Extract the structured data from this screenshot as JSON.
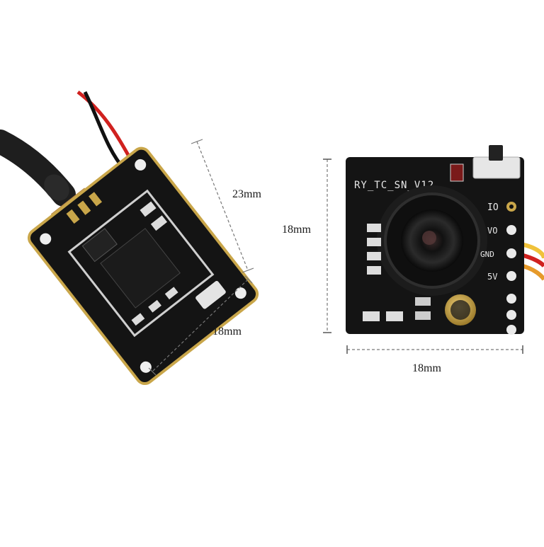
{
  "left_module": {
    "height_label": "23mm",
    "width_label": "18mm"
  },
  "right_module": {
    "board_silkscreen": "RY_TC_SN_V12",
    "pin_labels": [
      "IO",
      "VO",
      "GND",
      "5V"
    ],
    "height_label": "18mm",
    "width_label": "18mm"
  },
  "colors": {
    "pcb": "#141414",
    "gold": "#c9a64a",
    "wire_red": "#d0211f",
    "wire_orange": "#e69a2a",
    "wire_yellow": "#f0c23a",
    "cable": "#1e1e1e"
  }
}
